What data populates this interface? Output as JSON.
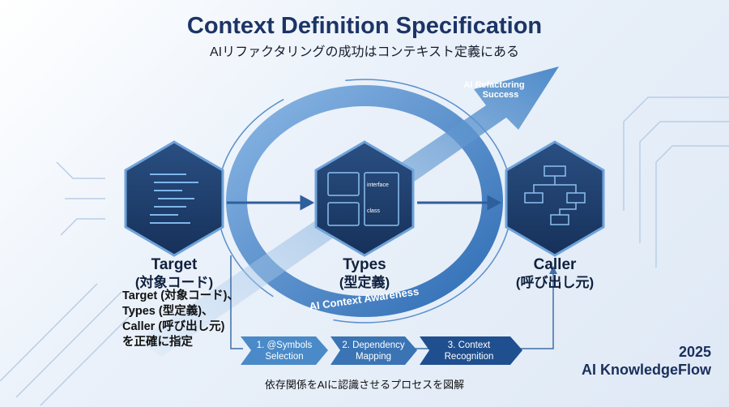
{
  "header": {
    "title": "Context Definition Specification",
    "subtitle": "AIリファクタリングの成功はコンテキスト定義にある"
  },
  "nodes": [
    {
      "label": "Target",
      "sublabel": "(対象コード)",
      "icon": "code-editor-icon"
    },
    {
      "label": "Types",
      "sublabel": "(型定義)",
      "icon": "type-definition-windows-icon",
      "panel_labels": [
        "interface",
        "class"
      ]
    },
    {
      "label": "Caller",
      "sublabel": "(呼び出し元)",
      "icon": "flowchart-hierarchy-icon"
    }
  ],
  "ring_label": "AI Context Awareness",
  "success_arrow": {
    "line1": "AI Refactoring",
    "line2": "Success"
  },
  "description": [
    "Target (対象コード)、",
    "Types (型定義)、",
    "Caller (呼び出し元)",
    "を正確に指定"
  ],
  "steps": [
    {
      "line1": "1. @Symbols",
      "line2": "Selection"
    },
    {
      "line1": "2. Dependency",
      "line2": "Mapping"
    },
    {
      "line1": "3. Context",
      "line2": "Recognition"
    }
  ],
  "caption": "依存関係をAIに認識させるプロセスを図解",
  "footer": {
    "year": "2025",
    "brand": "AI KnowledgeFlow"
  },
  "colors": {
    "title": "#1c3466",
    "hexagon": "#1f3f6e",
    "ring": "#3f7fc4",
    "step1": "#4a8ac8",
    "step2": "#3a74b4",
    "step3": "#1f4f8f"
  }
}
